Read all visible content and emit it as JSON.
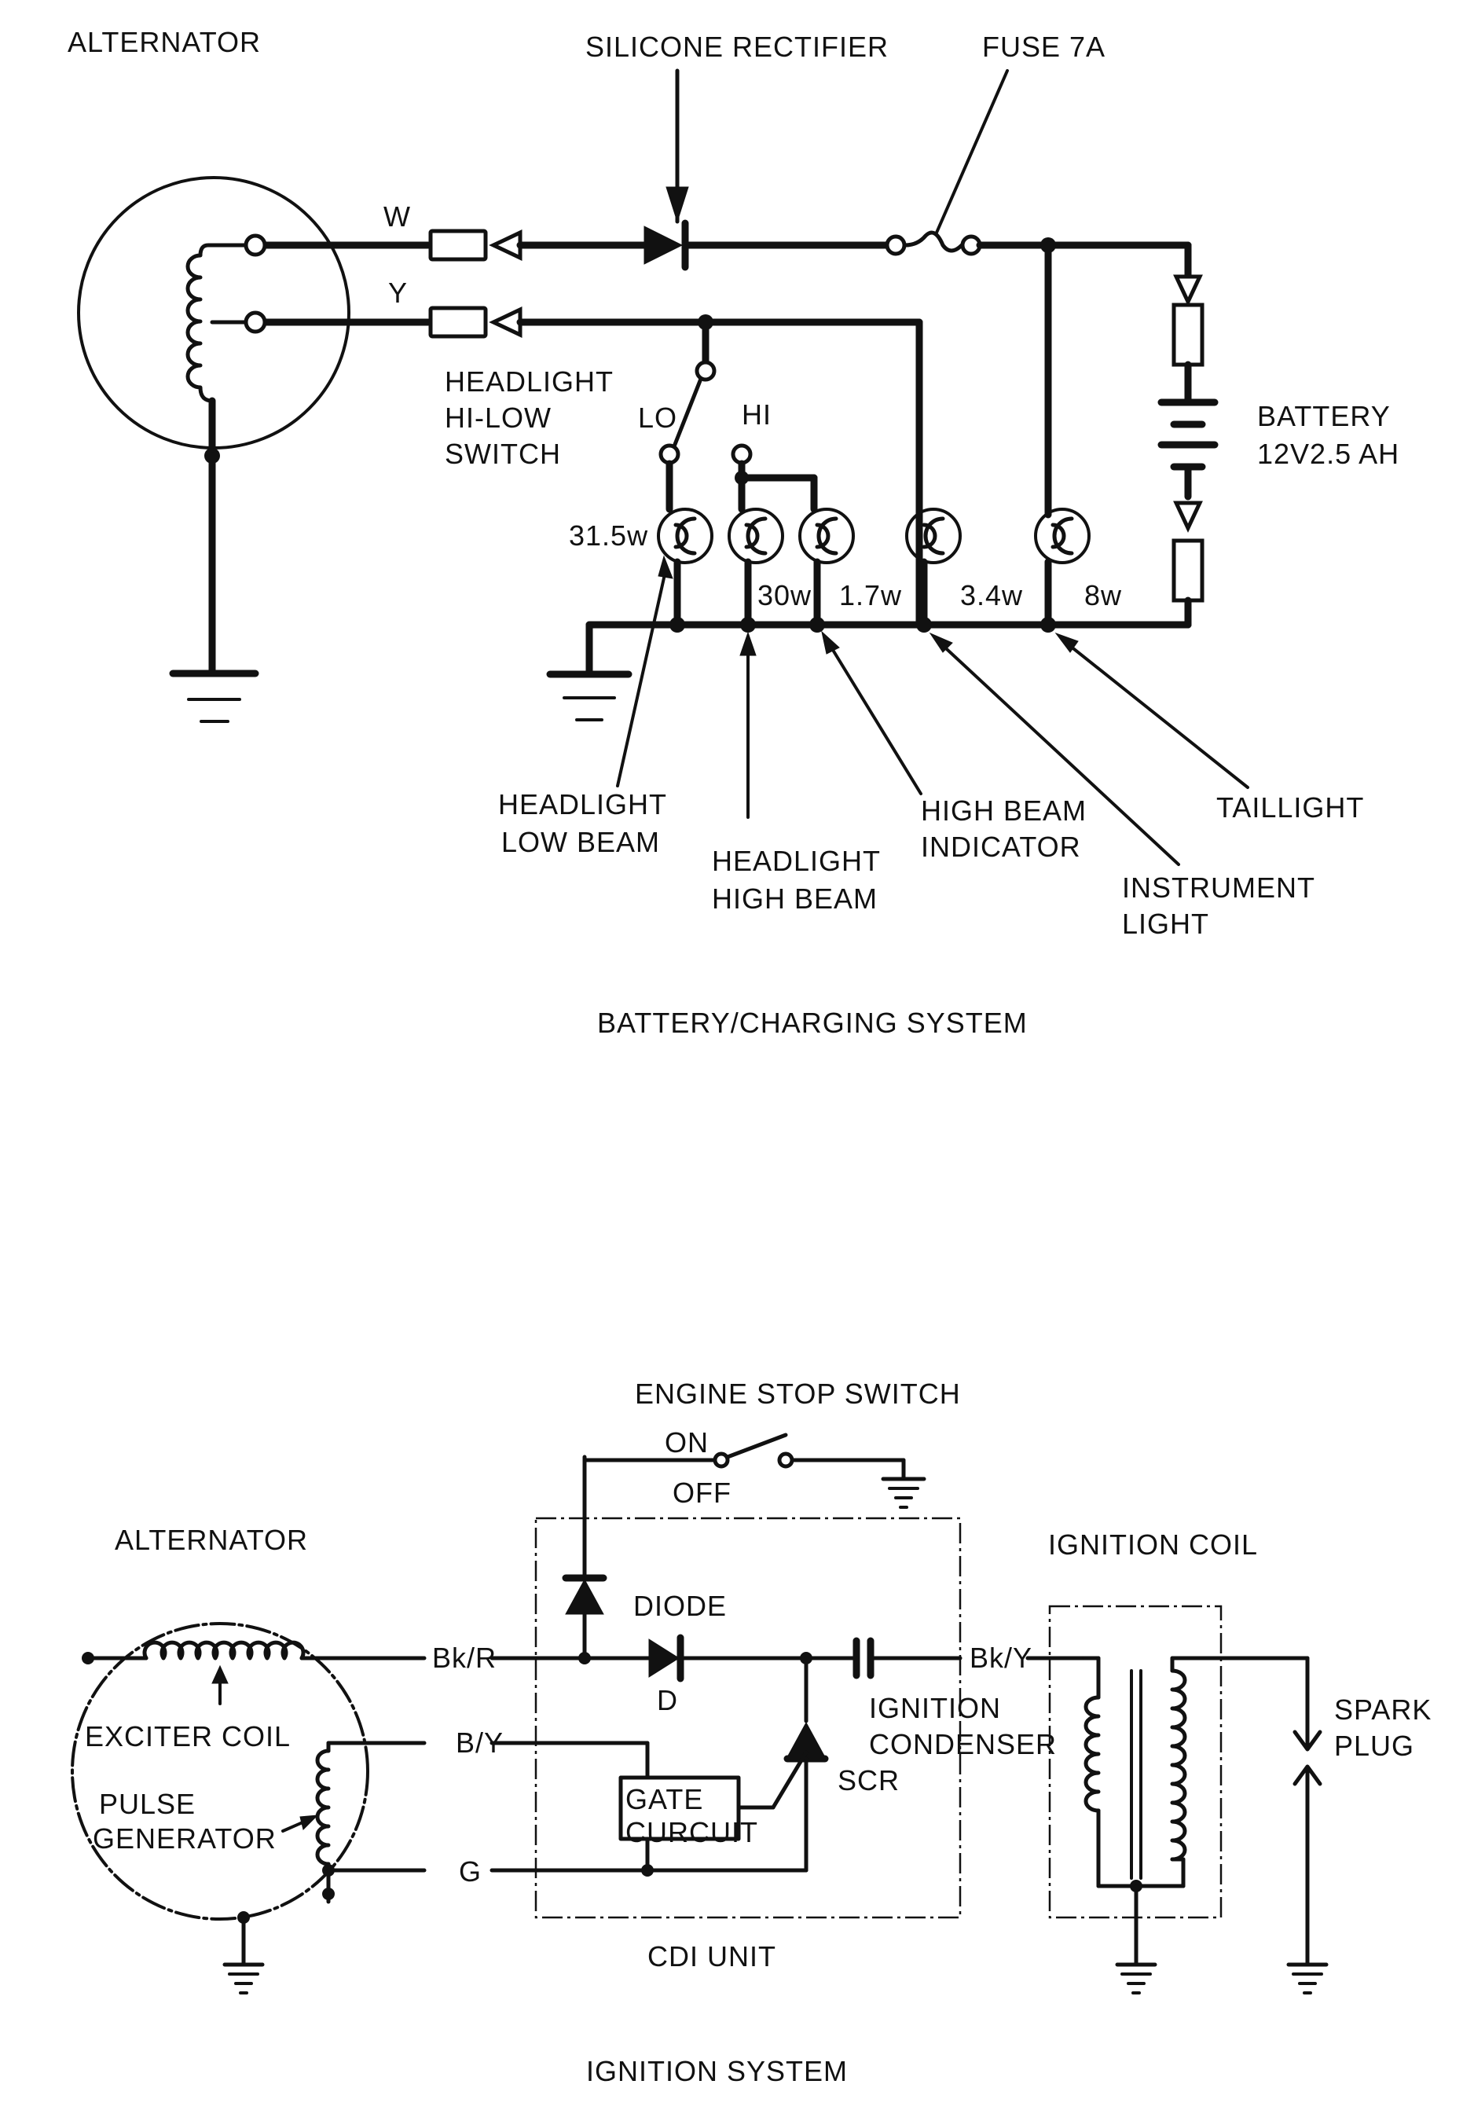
{
  "charging": {
    "alternator": "ALTERNATOR",
    "rectifier": "SILICONE RECTIFIER",
    "fuse": "FUSE 7A",
    "wire_w": "W",
    "wire_y": "Y",
    "switch_line1": "HEADLIGHT",
    "switch_line2": "HI-LOW",
    "switch_line3": "SWITCH",
    "lo": "LO",
    "hi": "HI",
    "battery_line1": "BATTERY",
    "battery_line2": "12V2.5 AH",
    "watt_low": "31.5w",
    "watt_high": "30w",
    "watt_indicator": "1.7w",
    "watt_instrument": "3.4w",
    "watt_tail": "8w",
    "low_beam_line1": "HEADLIGHT",
    "low_beam_line2": "LOW BEAM",
    "high_beam_line1": "HEADLIGHT",
    "high_beam_line2": "HIGH BEAM",
    "indicator_line1": "HIGH BEAM",
    "indicator_line2": "INDICATOR",
    "instrument_line1": "INSTRUMENT",
    "instrument_line2": "LIGHT",
    "taillight": "TAILLIGHT",
    "caption": "BATTERY/CHARGING SYSTEM"
  },
  "ignition": {
    "stop_switch": "ENGINE STOP SWITCH",
    "on": "ON",
    "off": "OFF",
    "alternator": "ALTERNATOR",
    "diode": "DIODE",
    "d": "D",
    "wire_bkr": "Bk/R",
    "wire_by": "B/Y",
    "wire_g": "G",
    "wire_bky": "Bk/Y",
    "exciter": "EXCITER COIL",
    "pulse_line1": "PULSE",
    "pulse_line2": "GENERATOR",
    "gate_line1": "GATE",
    "gate_line2": "CURCUIT",
    "scr": "SCR",
    "condenser_line1": "IGNITION",
    "condenser_line2": "CONDENSER",
    "cdi": "CDI UNIT",
    "coil": "IGNITION COIL",
    "plug_line1": "SPARK",
    "plug_line2": "PLUG",
    "caption": "IGNITION SYSTEM"
  }
}
